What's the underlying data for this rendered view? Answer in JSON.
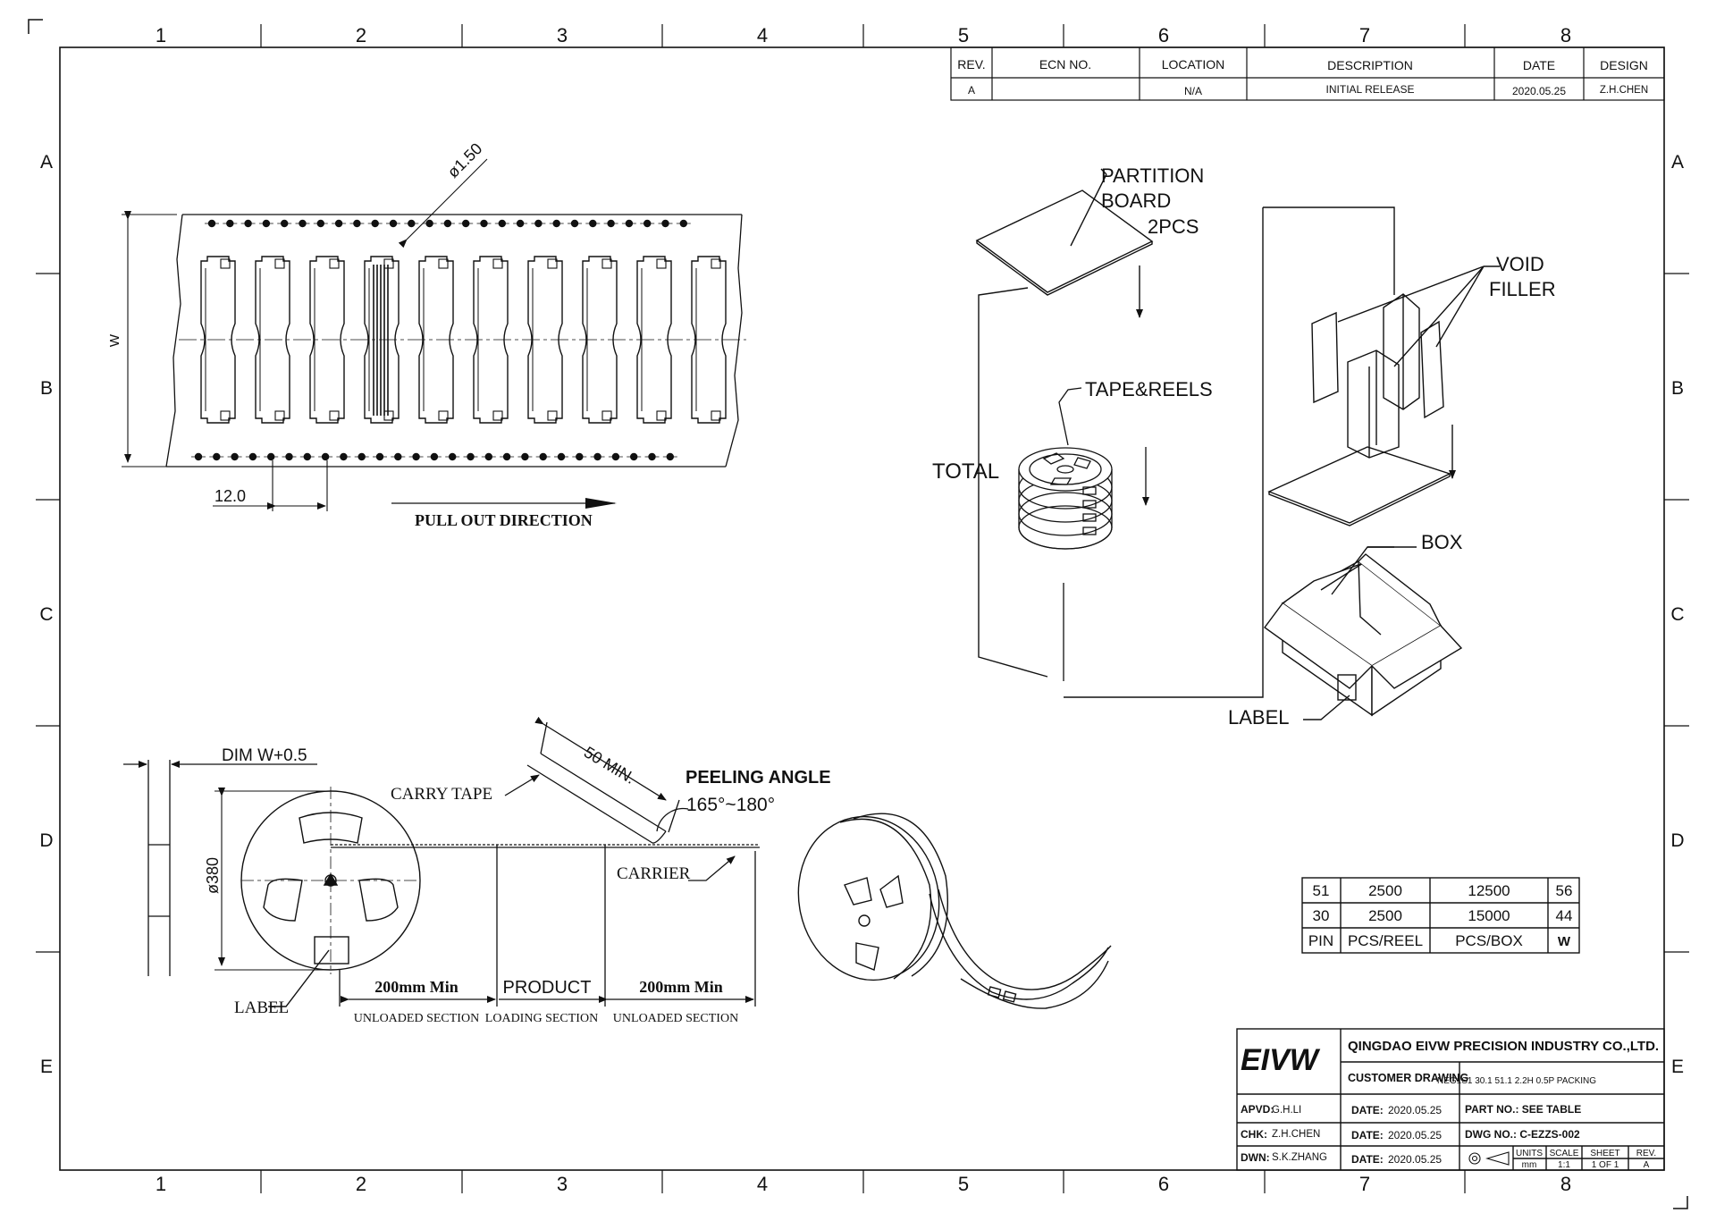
{
  "zones": {
    "columns": [
      "1",
      "2",
      "3",
      "4",
      "5",
      "6",
      "7",
      "8"
    ],
    "rows": [
      "A",
      "B",
      "C",
      "D",
      "E"
    ]
  },
  "revision_block": {
    "headers": {
      "rev": "REV.",
      "ecn": "ECN NO.",
      "location": "LOCATION",
      "description": "DESCRIPTION",
      "date": "DATE",
      "design": "DESIGN"
    },
    "row": {
      "rev": "A",
      "ecn": "",
      "location": "N/A",
      "description": "INITIAL RELEASE",
      "date": "2020.05.25",
      "design": "Z.H.CHEN"
    }
  },
  "tape_view": {
    "hole_dim": "ø1.50",
    "width_label": "W",
    "pitch": "12.0",
    "direction": "PULL OUT DIRECTION"
  },
  "explode_view": {
    "partition": [
      "PARTITION",
      "BOARD",
      "2PCS"
    ],
    "void_filler": [
      "VOID",
      "FILLER"
    ],
    "tape_reels": "TAPE&REELS",
    "total": "TOTAL",
    "box": "BOX",
    "label": "LABEL"
  },
  "reel_view": {
    "dim_w": "DIM W+0.5",
    "diameter": "ø380",
    "carry_tape": "CARRY TAPE",
    "min_length": "50 MIN.",
    "peeling_title": "PEELING ANGLE",
    "peeling_range": "165°~180°",
    "carrier": "CARRIER",
    "label": "LABEL",
    "sec1_len": "200mm Min",
    "sec1_name": "UNLOADED SECTION",
    "sec2_len": "PRODUCT",
    "sec2_name": "LOADING SECTION",
    "sec3_len": "200mm Min",
    "sec3_name": "UNLOADED SECTION"
  },
  "qty_table": {
    "rows": [
      [
        "51",
        "2500",
        "12500",
        "56"
      ],
      [
        "30",
        "2500",
        "15000",
        "44"
      ],
      [
        "PIN",
        "PCS/REEL",
        "PCS/BOX",
        "W"
      ]
    ]
  },
  "title_block": {
    "logo": "EIVW",
    "company": "QINGDAO EIVW PRECISION INDUSTRY CO.,LTD.",
    "doc_type": "CUSTOMER DRAWING",
    "doc_desc": "NEG1S1 30.1 51.1 2.2H 0.5P PACKING",
    "apvd_label": "APVD:",
    "apvd": "G.H.LI",
    "apvd_date_label": "DATE:",
    "apvd_date": "2020.05.25",
    "part_no": "PART NO.: SEE TABLE",
    "chk_label": "CHK:",
    "chk": "Z.H.CHEN",
    "chk_date_label": "DATE:",
    "chk_date": "2020.05.25",
    "dwg_no": "DWG NO.: C-EZZS-002",
    "dwn_label": "DWN:",
    "dwn": "S.K.ZHANG",
    "dwn_date_label": "DATE:",
    "dwn_date": "2020.05.25",
    "units_label": "UNITS",
    "units": "mm",
    "scale_label": "SCALE",
    "scale": "1:1",
    "sheet_label": "SHEET",
    "sheet": "1 OF 1",
    "rev_label": "REV.",
    "rev": "A"
  }
}
